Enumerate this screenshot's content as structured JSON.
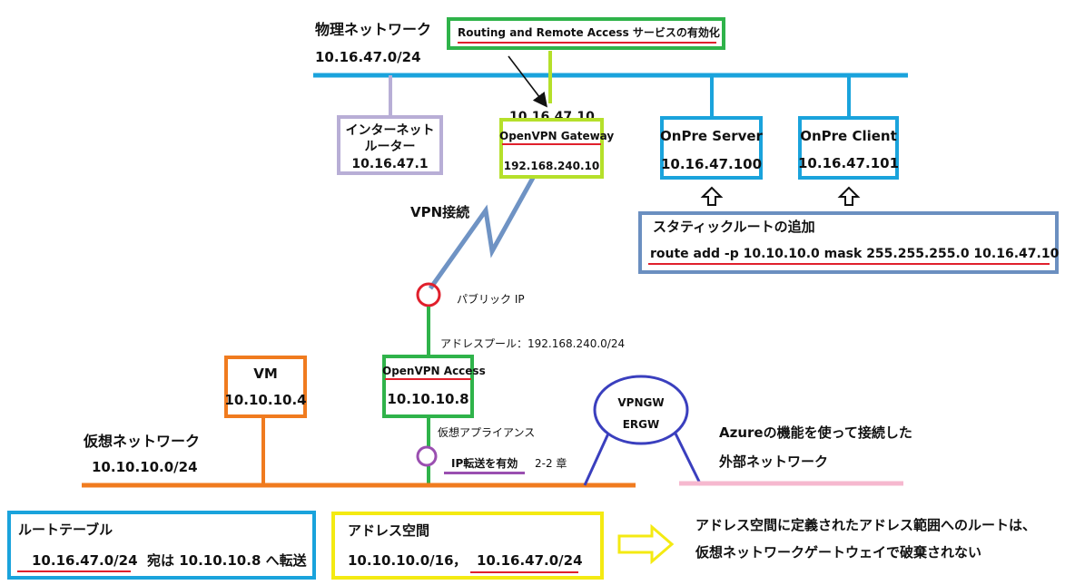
{
  "physical_network": {
    "title": "物理ネットワーク",
    "subnet": "10.16.47.0/24"
  },
  "rras_label": "Routing and Remote Access サービスの有効化",
  "internet_router": {
    "line1": "インターネット",
    "line2": "ルーター",
    "ip": "10.16.47.1"
  },
  "gateway": {
    "ip_outer": "10.16.47.10",
    "name": "OpenVPN Gateway",
    "ip_inner": "192.168.240.10"
  },
  "onpre_server": {
    "name": "OnPre Server",
    "ip": "10.16.47.100"
  },
  "onpre_client": {
    "name": "OnPre Client",
    "ip": "10.16.47.101"
  },
  "static_route": {
    "title": "スタティックルートの追加",
    "command": "route add -p 10.10.10.0 mask 255.255.255.0 10.16.47.10"
  },
  "vpn_connection": "VPN接続",
  "public_ip": "パブリック IP",
  "address_pool": "アドレスプール：192.168.240.0/24",
  "vm": {
    "name": "VM",
    "ip": "10.10.10.4"
  },
  "access": {
    "name": "OpenVPN Access",
    "ip": "10.10.10.8"
  },
  "virtual_appliance": "仮想アプライアンス",
  "ip_forwarding": {
    "label": "IP転送を有効",
    "chapter": "2-2 章"
  },
  "vpngw": {
    "line1": "VPNGW",
    "line2": "ERGW"
  },
  "azure_note": {
    "line1": "Azureの機能を使って接続した",
    "line2": "外部ネットワーク"
  },
  "virtual_network": {
    "title": "仮想ネットワーク",
    "subnet": "10.10.10.0/24"
  },
  "route_table": {
    "title": "ルートテーブル",
    "dest": "10.16.47.0/24",
    "rest": "宛は 10.10.10.8 へ転送"
  },
  "address_space": {
    "title": "アドレス空間",
    "range1": "10.10.10.0/16",
    "sep": "，",
    "range2": "10.16.47.0/24"
  },
  "note": {
    "line1": "アドレス空間に定義されたアドレス範囲へのルートは、",
    "line2": "仮想ネットワークゲートウェイで破棄されない"
  },
  "colors": {
    "physical_line": "#1aa3dc",
    "router": "#b8aed6",
    "gateway": "#b5e02a",
    "onpre": "#1aa3dc",
    "static_route": "#6b8fc0",
    "vpn_line": "#6f93c4",
    "access": "#2fb34a",
    "vm": "#f07b1f",
    "virtual_line": "#f07b1f",
    "vpngw": "#3a3fbe",
    "external": "#f6b8cf",
    "route_table": "#1aa3dc",
    "address_space": "#f4ea12",
    "underline": "#e0202c",
    "public_ip_circle": "#e0202c",
    "ip_forward": "#9a4fb0"
  }
}
